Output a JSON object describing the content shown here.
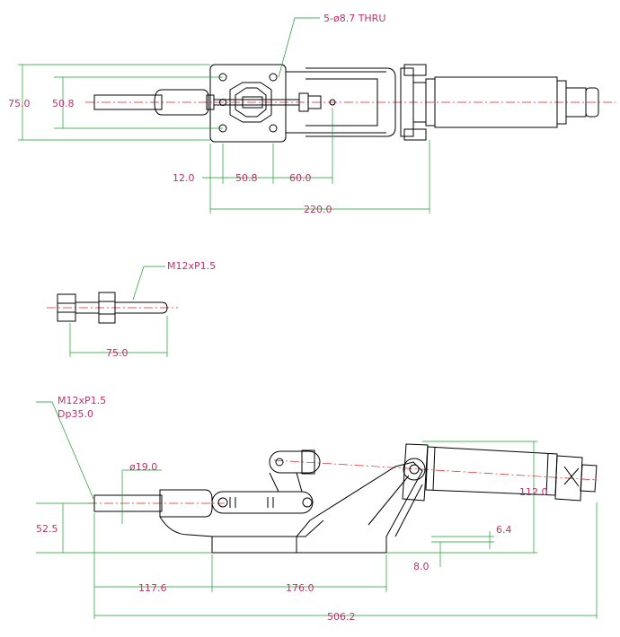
{
  "colors": {
    "outline": "#000000",
    "dimension_line": "#1a9a2a",
    "dimension_text": "#c0306a",
    "center_line": "#e02020"
  },
  "top_view": {
    "note": "5-ø8.7 THRU",
    "dims": {
      "height_overall": "75.0",
      "height_mount": "50.8",
      "d1": "12.0",
      "d2": "50.8",
      "d3": "60.0",
      "overall": "220.0"
    }
  },
  "bolt_view": {
    "thread": "M12xP1.5",
    "length": "75.0"
  },
  "side_view": {
    "thread": "M12xP1.5",
    "depth": "Dp35.0",
    "dims": {
      "dia": "ø19.0",
      "height": "52.5",
      "cyl_height": "112.0",
      "small": "6.4",
      "base": "8.0",
      "a": "117.6",
      "b": "176.0",
      "overall": "506.2"
    }
  }
}
